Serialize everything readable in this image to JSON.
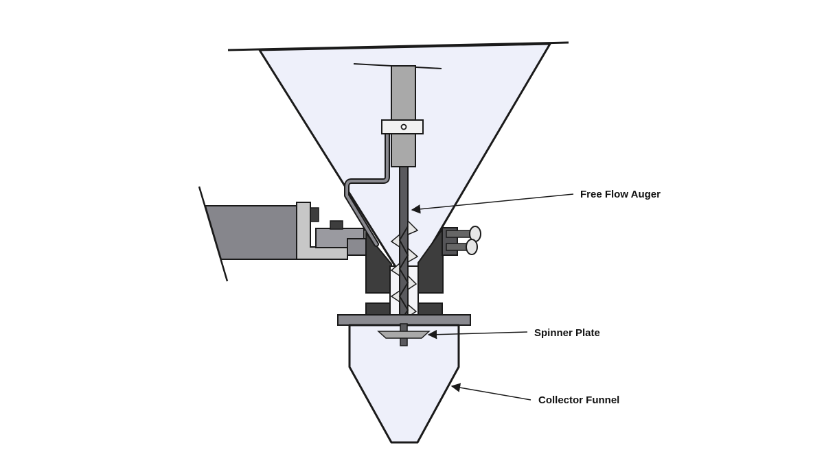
{
  "labels": {
    "auger": "Free Flow Auger",
    "spinner": "Spinner Plate",
    "funnel": "Collector Funnel"
  },
  "colors": {
    "hopper_fill": "#eef0fa",
    "outline": "#1a1a1a",
    "light_gray": "#a9a9a9",
    "mid_gray": "#8a8a90",
    "dark_gray": "#3d3d3d",
    "motor_gray": "#86868c"
  }
}
